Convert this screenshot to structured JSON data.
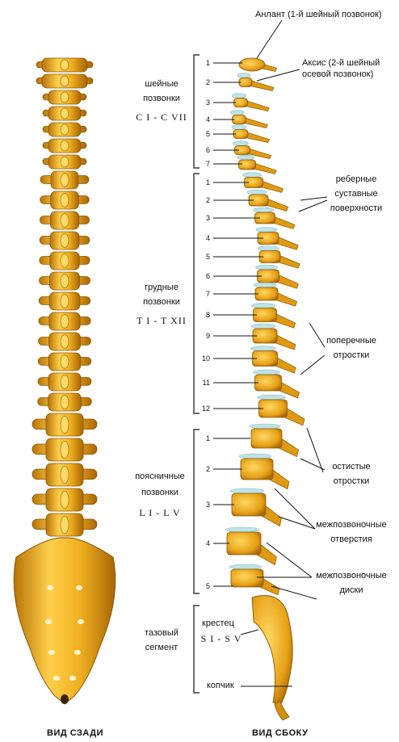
{
  "top_labels": {
    "atlas": "Анлант (1-й шейный позвонок)",
    "axis_line1": "Аксис (2-й шейный",
    "axis_line2": "осевой позвонок)"
  },
  "regions": {
    "cervical": {
      "line1": "шейные",
      "line2": "позвонки",
      "range": "C I - C VII",
      "numbers": [
        "1",
        "2",
        "3",
        "4",
        "5",
        "6",
        "7"
      ]
    },
    "thoracic": {
      "line1": "грудные",
      "line2": "позвонки",
      "range": "T I - T XII",
      "numbers": [
        "1",
        "2",
        "3",
        "4",
        "5",
        "6",
        "7",
        "8",
        "9",
        "10",
        "11",
        "12"
      ]
    },
    "lumbar": {
      "line1": "поясничные",
      "line2": "позвонки",
      "range": "L I - L V",
      "numbers": [
        "1",
        "2",
        "3",
        "4",
        "5"
      ]
    },
    "pelvic": {
      "line1": "тазовый",
      "line2": "сегмент",
      "sacrum": "крестец",
      "sacrum_range": "S I - S V",
      "coccyx": "копчик"
    }
  },
  "right_labels": {
    "rib_facets": [
      "реберные",
      "суставные",
      "поверхности"
    ],
    "transverse": [
      "поперечные",
      "отростки"
    ],
    "spinous": [
      "остистые",
      "отростки"
    ],
    "foramina": [
      "межпозвоночные",
      "отверстия"
    ],
    "discs": [
      "межпозвоночные",
      "диски"
    ]
  },
  "views": {
    "back": "ВИД СЗАДИ",
    "side": "ВИД СБОКУ"
  },
  "colors": {
    "bone": "#e8a418",
    "bone_light": "#ffd25a",
    "bone_dark": "#a86a06",
    "disc": "#bfe3e6"
  }
}
